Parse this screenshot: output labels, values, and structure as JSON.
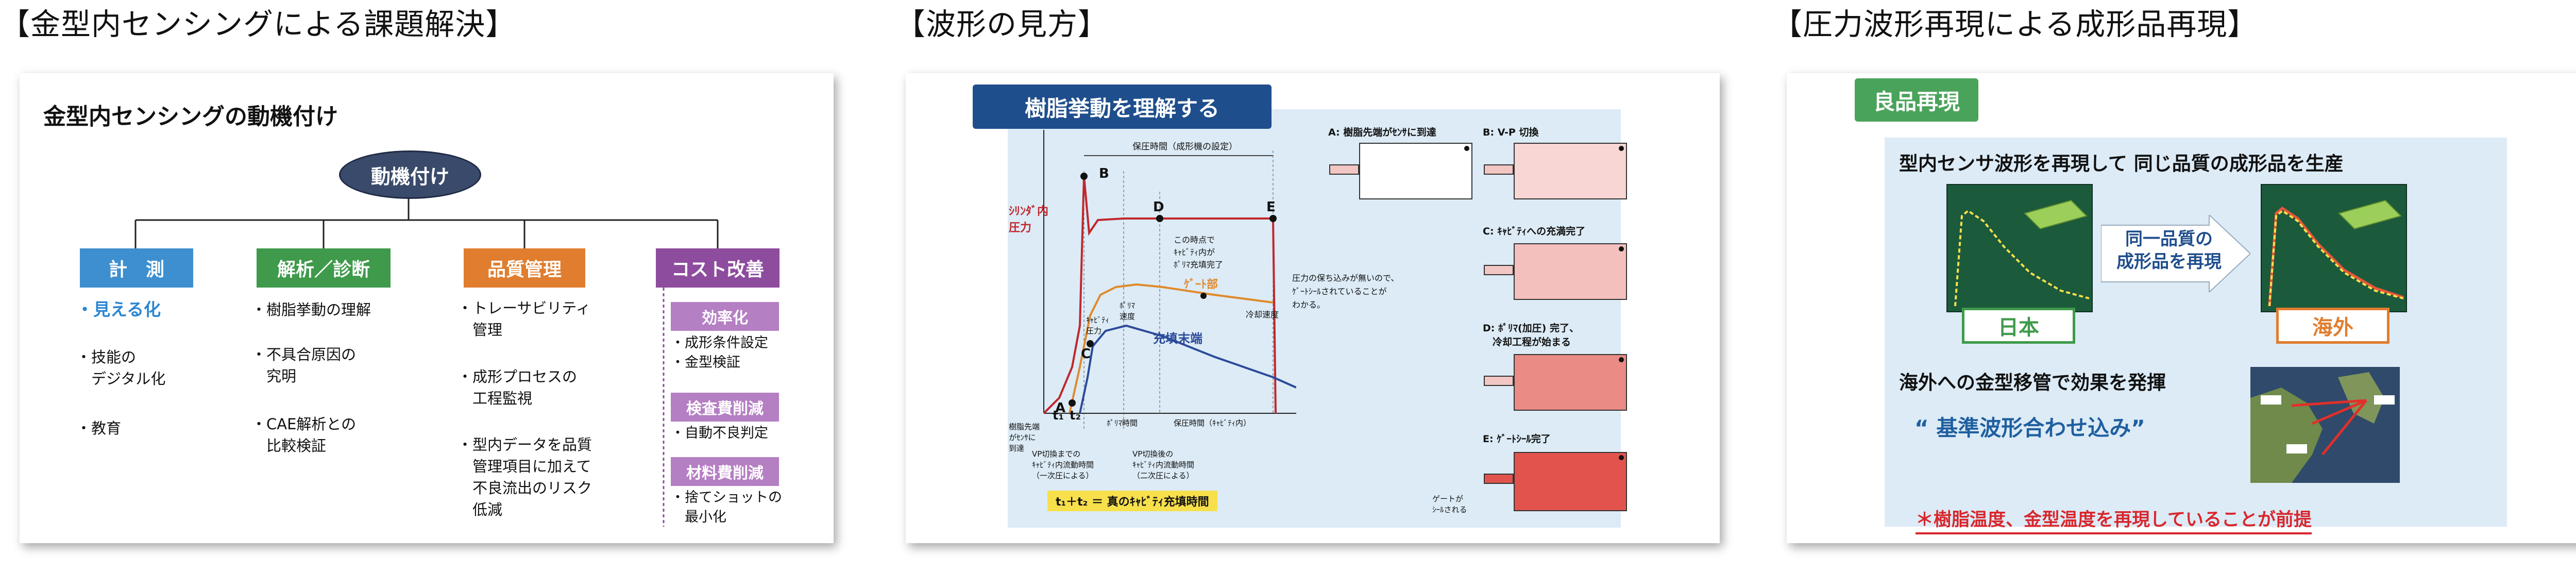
{
  "sections": [
    {
      "title": "【金型内センシングによる課題解決】"
    },
    {
      "title": "【波形の見方】"
    },
    {
      "title": "【圧力波形再現による成形品再現】"
    }
  ],
  "slide1": {
    "title": "金型内センシングの動機付け",
    "root": "動機付け",
    "categories": [
      {
        "label": "計　測",
        "items": [
          "・見える化",
          "・技能の\n　デジタル化",
          "・教育"
        ]
      },
      {
        "label": "解析／診断",
        "items": [
          "・樹脂挙動の理解",
          "・不具合原因の\n　究明",
          "・CAE解析との\n　比較検証"
        ]
      },
      {
        "label": "品質管理",
        "items": [
          "・トレーサビリティ\n　管理",
          "・成形プロセスの\n　工程監視",
          "・型内データを品質\n　管理項目に加えて\n　不良流出のリスク\n　低減"
        ]
      },
      {
        "label": "コスト改善",
        "subs": [
          {
            "label": "効率化",
            "items": [
              "・成形条件設定",
              "・金型検証"
            ]
          },
          {
            "label": "検査費削減",
            "items": [
              "・自動不良判定"
            ]
          },
          {
            "label": "材料費削減",
            "items": [
              "・捨てショットの\n　最小化"
            ]
          }
        ]
      }
    ],
    "colors": {
      "blue": "#3d8fcf",
      "green": "#3f9a4b",
      "orange": "#e07d2e",
      "purple": "#8e4c9e",
      "navy": "#3a4a6b"
    }
  },
  "slide2": {
    "tag": "樹脂挙動を理解する",
    "chart": {
      "points": [
        "A",
        "B",
        "C",
        "D",
        "E"
      ],
      "hold_label": "保圧時間（成形機の設定）",
      "inner_pressure": "ｼﾘﾝﾀﾞ内\n圧力",
      "gate": "ｹﾞｰﾄ部",
      "end": "充填末端",
      "this_point": "この時点で\nｷｬﾋﾞﾃｨ内が\nﾎﾟﾘﾏ充填完了",
      "packing_speed": "ﾎﾟﾘﾏ\n速度",
      "cavity_pressure": "ｷｬﾋﾞﾃｨ\n圧力",
      "cooling_speed": "冷却速度",
      "hold_note": "圧力の保ち込みが無いので、\nｹﾞｰﾄｼｰﾙされていることが\nわかる。",
      "resin_reach": "樹脂先端\nがｾﾝｻに\n到達",
      "vp_before": "VP切換までの\nｷｬﾋﾞﾃｨ内流動時間\n（一次圧による）",
      "vp_after": "VP切換後の\nｷｬﾋﾞﾃｨ内流動時間\n（二次圧による）",
      "pack_time": "ﾎﾟﾘﾏ時間",
      "hold_time": "保圧時間（ｷｬﾋﾞﾃｨ内）",
      "t1": "t₁",
      "t2": "t₂",
      "formula": "t₁＋t₂ ＝ 真のｷｬﾋﾞﾃｨ充填時間"
    },
    "steps": [
      {
        "label": "A: 樹脂先端がｾﾝｻに到達"
      },
      {
        "label": "B: V-P 切換"
      },
      {
        "label": "C: ｷｬﾋﾞﾃｨへの充満完了"
      },
      {
        "label": "D: ﾎﾟﾘﾏ(加圧) 完了、\n　冷却工程が始まる"
      },
      {
        "label": "E: ｹﾞｰﾄｼｰﾙ完了"
      }
    ],
    "gate_seal_note": "ゲートが\nｼｰﾙされる"
  },
  "slide3": {
    "tag": "良品再現",
    "head": "型内センサ波形を再現して 同じ品質の成形品を生産",
    "center": "同一品質の\n成形品を再現",
    "japan": "日本",
    "overseas": "海外",
    "msg": "海外への金型移管で効果を発揮",
    "quote": "“ 基準波形合わせ込み”",
    "note": "＊樹脂温度、金型温度を再現していることが前提",
    "colors": {
      "japan": "#3f9a4b",
      "overseas": "#e07d2e",
      "red": "#d9262c",
      "quote": "#1f5fa0"
    }
  }
}
